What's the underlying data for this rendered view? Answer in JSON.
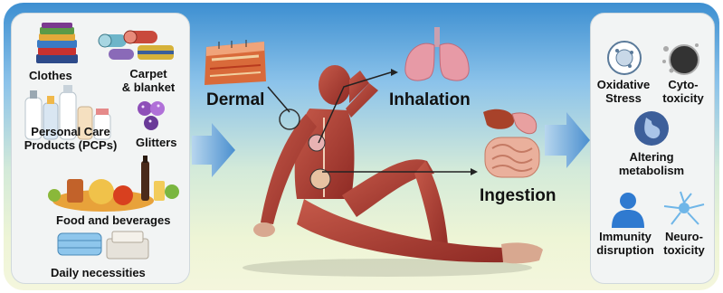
{
  "sources": {
    "clothes": "Clothes",
    "carpet_line1": "Carpet",
    "carpet_line2": "& blanket",
    "glitters": "Glitters",
    "pcp_line1": "Personal Care",
    "pcp_line2": "Products (PCPs)",
    "food": "Food and beverages",
    "daily": "Daily necessities"
  },
  "routes": {
    "dermal": "Dermal",
    "inhalation": "Inhalation",
    "ingestion": "Ingestion"
  },
  "effects": {
    "oxidative_line1": "Oxidative",
    "oxidative_line2": "Stress",
    "cyto_line1": "Cyto-",
    "cyto_line2": "toxicity",
    "altering_line1": "Altering",
    "altering_line2": "metabolism",
    "immunity_line1": "Immunity",
    "immunity_line2": "disruption",
    "neuro_line1": "Neuro-",
    "neuro_line2": "toxicity"
  },
  "colors": {
    "frame_top": "#3d8fd1",
    "frame_bottom": "#f4f6dd",
    "arrow": "#5f9fd4",
    "muscle": "#b5403a"
  }
}
